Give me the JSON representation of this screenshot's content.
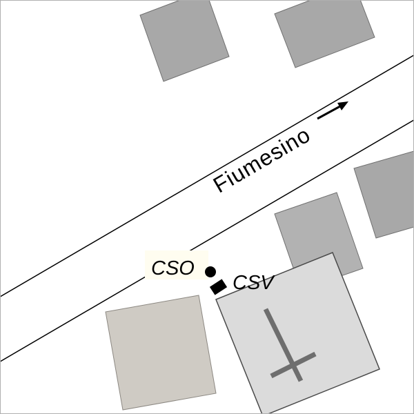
{
  "figure": {
    "river": {
      "label": "Fiumesino"
    },
    "stations": [
      {
        "label": "CSO",
        "marker": "filled-circle"
      },
      {
        "label": "CSV",
        "marker": "filled-square"
      }
    ],
    "icons": {
      "flow_arrow": "arrow-up-right",
      "church_cross": "cross"
    },
    "colors": {
      "background": "#ffffff",
      "frame": "#b0b0b0",
      "river_line": "#000000",
      "building_gray": "#a8a8a8",
      "building_mid_gray": "#b2b2b2",
      "building_light_gray": "#cfcbc4",
      "church_fill": "#dbdbdb",
      "outline": "#555555",
      "cross": "#6e6e6e",
      "marker": "#000000",
      "label_background": "#fffdf0",
      "text": "#000000"
    }
  }
}
